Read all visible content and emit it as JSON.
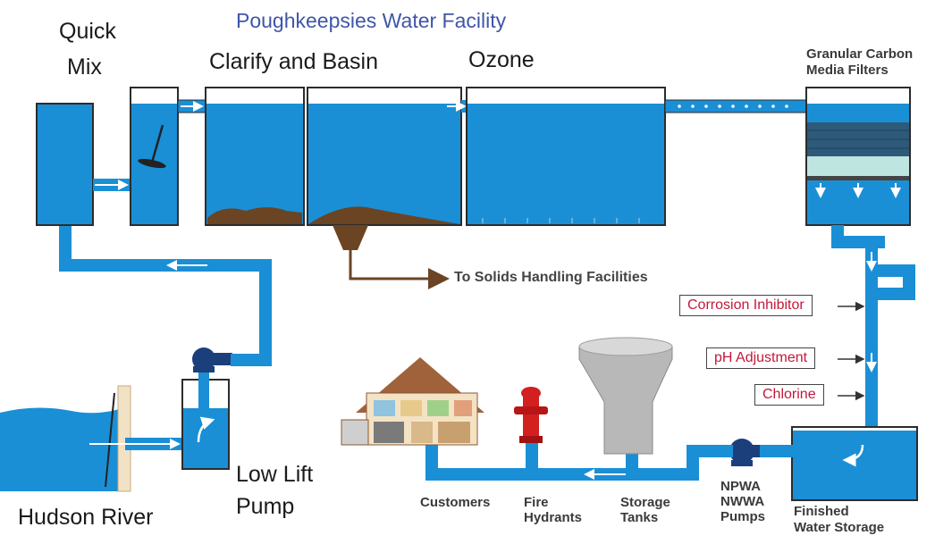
{
  "title": "Poughkeepsies Water Facility",
  "labels": {
    "quick_mix_line1": "Quick",
    "quick_mix_line2": "Mix",
    "clarify": "Clarify and Basin",
    "ozone": "Ozone",
    "gac_line1": "Granular Carbon",
    "gac_line2": "Media Filters",
    "solids": "To Solids Handling Facilities",
    "hudson": "Hudson River",
    "low_lift_line1": "Low Lift",
    "low_lift_line2": "Pump",
    "customers": "Customers",
    "fire_line1": "Fire",
    "fire_line2": "Hydrants",
    "storage_line1": "Storage",
    "storage_line2": "Tanks",
    "pumps_line1": "NPWA",
    "pumps_line2": "NWWA",
    "pumps_line3": "Pumps",
    "finished_line1": "Finished",
    "finished_line2": "Water Storage"
  },
  "chemicals": [
    "Corrosion Inhibitor",
    "pH Adjustment",
    "Chlorine"
  ],
  "colors": {
    "water": "#1a8fd6",
    "tank_outline": "#2c2c2c",
    "sludge": "#6b4423",
    "label_red": "#c2183a",
    "title_blue": "#3f56a8"
  }
}
